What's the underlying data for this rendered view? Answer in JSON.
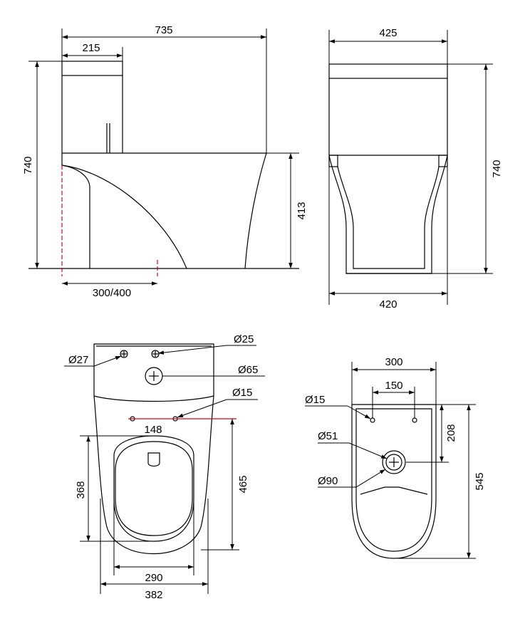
{
  "side_view": {
    "overall_length": "735",
    "tank_depth": "215",
    "overall_height": "740",
    "bowl_height": "413",
    "rough_in": "300/400"
  },
  "front_view": {
    "tank_width": "425",
    "overall_height": "740",
    "base_width": "420"
  },
  "top_view": {
    "hole_a": "Ø27",
    "hole_b": "Ø25",
    "flush_button": "Ø65",
    "seat_hole": "Ø15",
    "seat_hole_spacing": "148",
    "bowl_opening_length": "368",
    "seat_to_front": "465",
    "bowl_opening_width": "290",
    "overall_width": "382"
  },
  "bottom_view": {
    "rear_width": "300",
    "bolt_spacing": "150",
    "bolt_hole": "Ø15",
    "outlet_inner": "Ø51",
    "outlet_outer": "Ø90",
    "outlet_offset": "208",
    "base_length": "545"
  },
  "colors": {
    "line": "#000000",
    "centerline": "#d9001b"
  }
}
